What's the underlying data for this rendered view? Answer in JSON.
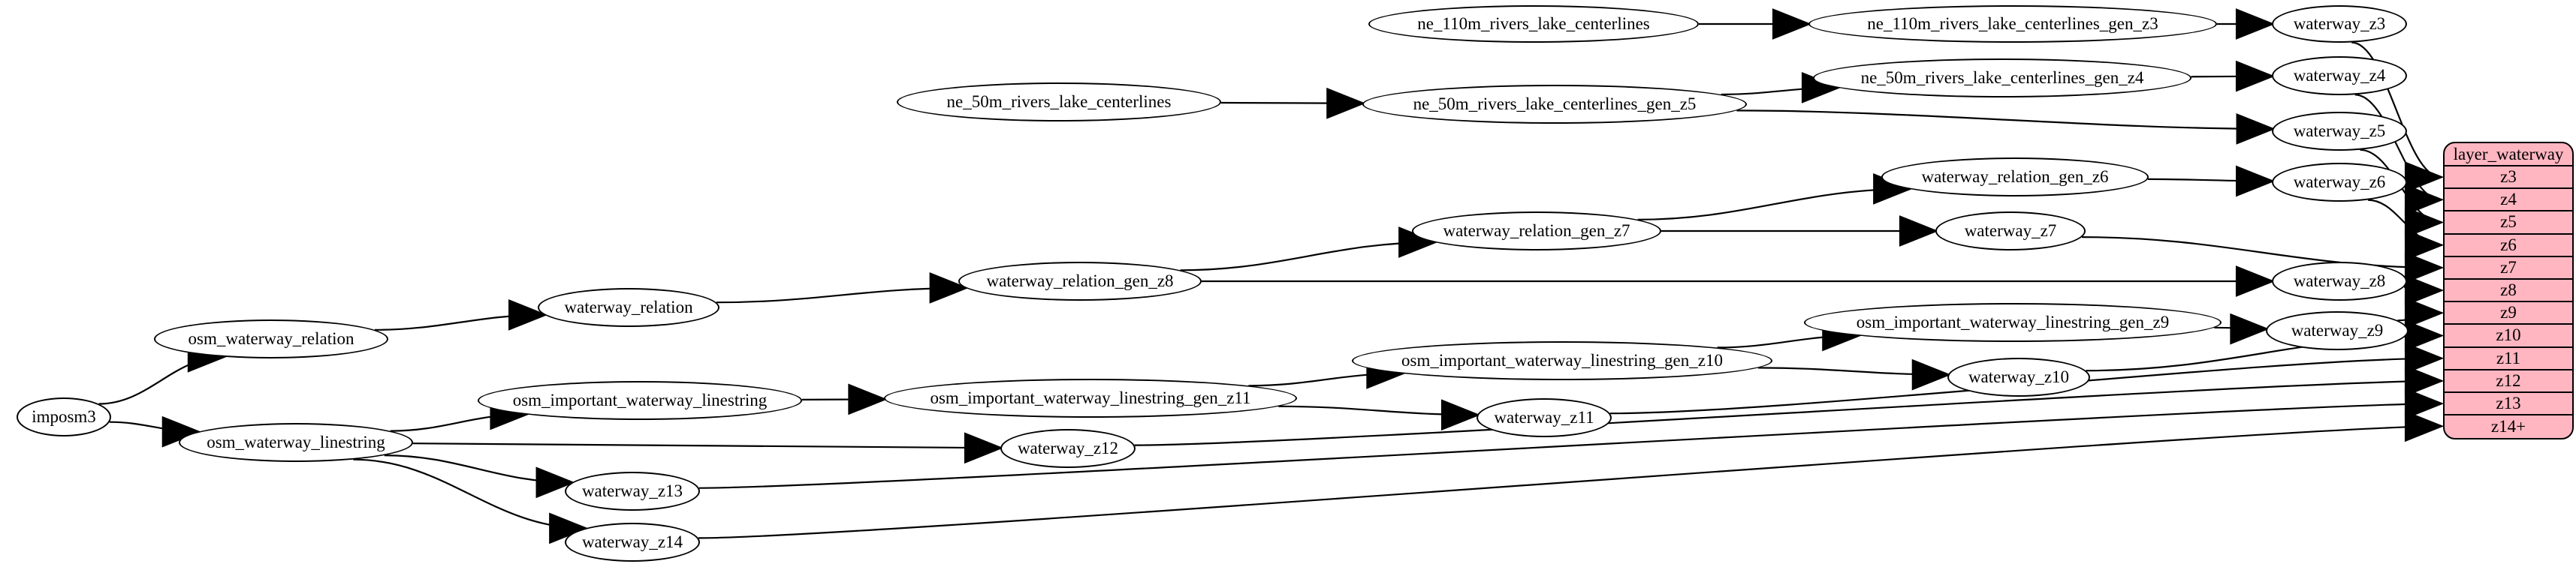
{
  "diagram": {
    "background_color": "#ffffff",
    "edge_color": "#000000",
    "node_fill": "#ffffff",
    "node_stroke": "#000000",
    "nodes": [
      {
        "id": "imposm3",
        "label": "imposm3"
      },
      {
        "id": "osm_waterway_relation",
        "label": "osm_waterway_relation"
      },
      {
        "id": "osm_waterway_linestring",
        "label": "osm_waterway_linestring"
      },
      {
        "id": "waterway_relation",
        "label": "waterway_relation"
      },
      {
        "id": "osm_important_waterway_linestring",
        "label": "osm_important_waterway_linestring"
      },
      {
        "id": "waterway_relation_gen_z8",
        "label": "waterway_relation_gen_z8"
      },
      {
        "id": "waterway_relation_gen_z7",
        "label": "waterway_relation_gen_z7"
      },
      {
        "id": "waterway_relation_gen_z6",
        "label": "waterway_relation_gen_z6"
      },
      {
        "id": "osm_important_waterway_linestring_gen_z11",
        "label": "osm_important_waterway_linestring_gen_z11"
      },
      {
        "id": "osm_important_waterway_linestring_gen_z10",
        "label": "osm_important_waterway_linestring_gen_z10"
      },
      {
        "id": "osm_important_waterway_linestring_gen_z9",
        "label": "osm_important_waterway_linestring_gen_z9"
      },
      {
        "id": "ne_110m_rivers_lake_centerlines",
        "label": "ne_110m_rivers_lake_centerlines"
      },
      {
        "id": "ne_110m_rivers_lake_centerlines_gen_z3",
        "label": "ne_110m_rivers_lake_centerlines_gen_z3"
      },
      {
        "id": "ne_50m_rivers_lake_centerlines",
        "label": "ne_50m_rivers_lake_centerlines"
      },
      {
        "id": "ne_50m_rivers_lake_centerlines_gen_z5",
        "label": "ne_50m_rivers_lake_centerlines_gen_z5"
      },
      {
        "id": "ne_50m_rivers_lake_centerlines_gen_z4",
        "label": "ne_50m_rivers_lake_centerlines_gen_z4"
      },
      {
        "id": "waterway_z3",
        "label": "waterway_z3"
      },
      {
        "id": "waterway_z4",
        "label": "waterway_z4"
      },
      {
        "id": "waterway_z5",
        "label": "waterway_z5"
      },
      {
        "id": "waterway_z6",
        "label": "waterway_z6"
      },
      {
        "id": "waterway_z7",
        "label": "waterway_z7"
      },
      {
        "id": "waterway_z8",
        "label": "waterway_z8"
      },
      {
        "id": "waterway_z9",
        "label": "waterway_z9"
      },
      {
        "id": "waterway_z10",
        "label": "waterway_z10"
      },
      {
        "id": "waterway_z11",
        "label": "waterway_z11"
      },
      {
        "id": "waterway_z12",
        "label": "waterway_z12"
      },
      {
        "id": "waterway_z13",
        "label": "waterway_z13"
      },
      {
        "id": "waterway_z14",
        "label": "waterway_z14"
      }
    ],
    "edges": [
      {
        "from": "imposm3",
        "to": "osm_waterway_relation"
      },
      {
        "from": "imposm3",
        "to": "osm_waterway_linestring"
      },
      {
        "from": "osm_waterway_relation",
        "to": "waterway_relation"
      },
      {
        "from": "waterway_relation",
        "to": "waterway_relation_gen_z8"
      },
      {
        "from": "waterway_relation_gen_z8",
        "to": "waterway_relation_gen_z7"
      },
      {
        "from": "waterway_relation_gen_z8",
        "to": "waterway_z8"
      },
      {
        "from": "waterway_relation_gen_z7",
        "to": "waterway_relation_gen_z6"
      },
      {
        "from": "waterway_relation_gen_z7",
        "to": "waterway_z7"
      },
      {
        "from": "waterway_relation_gen_z6",
        "to": "waterway_z6"
      },
      {
        "from": "ne_110m_rivers_lake_centerlines",
        "to": "ne_110m_rivers_lake_centerlines_gen_z3"
      },
      {
        "from": "ne_110m_rivers_lake_centerlines_gen_z3",
        "to": "waterway_z3"
      },
      {
        "from": "ne_50m_rivers_lake_centerlines",
        "to": "ne_50m_rivers_lake_centerlines_gen_z5"
      },
      {
        "from": "ne_50m_rivers_lake_centerlines_gen_z5",
        "to": "ne_50m_rivers_lake_centerlines_gen_z4"
      },
      {
        "from": "ne_50m_rivers_lake_centerlines_gen_z5",
        "to": "waterway_z5"
      },
      {
        "from": "ne_50m_rivers_lake_centerlines_gen_z4",
        "to": "waterway_z4"
      },
      {
        "from": "osm_waterway_linestring",
        "to": "osm_important_waterway_linestring"
      },
      {
        "from": "osm_waterway_linestring",
        "to": "waterway_z12"
      },
      {
        "from": "osm_waterway_linestring",
        "to": "waterway_z13"
      },
      {
        "from": "osm_waterway_linestring",
        "to": "waterway_z14"
      },
      {
        "from": "osm_important_waterway_linestring",
        "to": "osm_important_waterway_linestring_gen_z11"
      },
      {
        "from": "osm_important_waterway_linestring_gen_z11",
        "to": "osm_important_waterway_linestring_gen_z10"
      },
      {
        "from": "osm_important_waterway_linestring_gen_z11",
        "to": "waterway_z11"
      },
      {
        "from": "osm_important_waterway_linestring_gen_z10",
        "to": "osm_important_waterway_linestring_gen_z9"
      },
      {
        "from": "osm_important_waterway_linestring_gen_z10",
        "to": "waterway_z10"
      },
      {
        "from": "osm_important_waterway_linestring_gen_z9",
        "to": "waterway_z9"
      },
      {
        "from": "waterway_z3",
        "to": "layer_waterway.z3"
      },
      {
        "from": "waterway_z4",
        "to": "layer_waterway.z4"
      },
      {
        "from": "waterway_z5",
        "to": "layer_waterway.z5"
      },
      {
        "from": "waterway_z6",
        "to": "layer_waterway.z6"
      },
      {
        "from": "waterway_z7",
        "to": "layer_waterway.z7"
      },
      {
        "from": "waterway_z8",
        "to": "layer_waterway.z8"
      },
      {
        "from": "waterway_z9",
        "to": "layer_waterway.z9"
      },
      {
        "from": "waterway_z10",
        "to": "layer_waterway.z10"
      },
      {
        "from": "waterway_z11",
        "to": "layer_waterway.z11"
      },
      {
        "from": "waterway_z12",
        "to": "layer_waterway.z12"
      },
      {
        "from": "waterway_z13",
        "to": "layer_waterway.z13"
      },
      {
        "from": "waterway_z14",
        "to": "layer_waterway.z14+"
      }
    ],
    "table": {
      "title": "layer_waterway",
      "fill": "#ffb6c1",
      "stroke": "#000000",
      "rows": [
        "z3",
        "z4",
        "z5",
        "z6",
        "z7",
        "z8",
        "z9",
        "z10",
        "z11",
        "z12",
        "z13",
        "z14+"
      ]
    }
  }
}
